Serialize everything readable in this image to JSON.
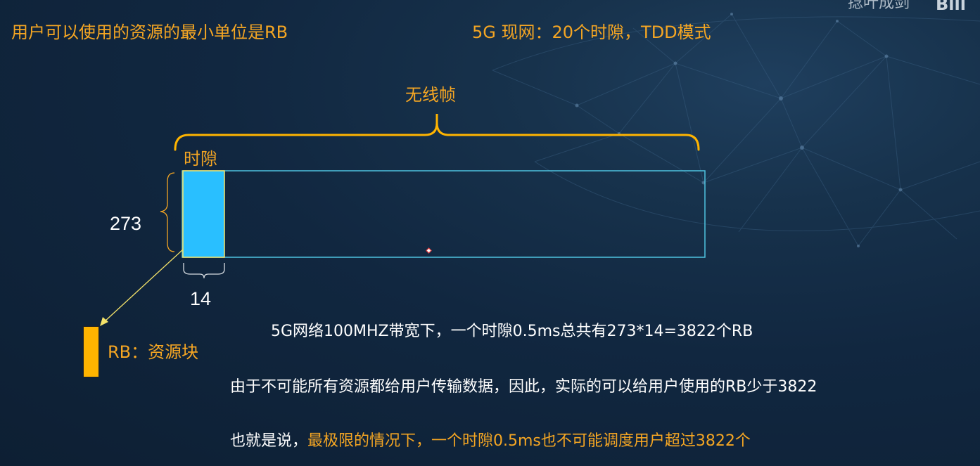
{
  "header": {
    "left_title": "用户可以使用的资源的最小单位是RB",
    "right_title": "5G 现网：20个时隙，TDD模式",
    "watermark": "捻叶成剑"
  },
  "diagram": {
    "frame_label": "无线帧",
    "slot_label": "时隙",
    "height_label": "273",
    "width_label": "14",
    "rb_label": "RB：资源块"
  },
  "notes": {
    "line1": "5G网络100MHZ带宽下，一个时隙0.5ms总共有273*14=3822个RB",
    "line2": "由于不可能所有资源都给用户传输数据，因此，实际的可以给用户使用的RB少于3822",
    "line3_prefix": "也就是说，",
    "line3_highlight": "最极限的情况下，一个时隙0.5ms也不可能调度用户超过3822个"
  },
  "colors": {
    "accent_orange": "#f5a623",
    "slot_fill": "#29bfff",
    "frame_stroke": "#4fc3e0",
    "rb_fill": "#ffb400"
  }
}
